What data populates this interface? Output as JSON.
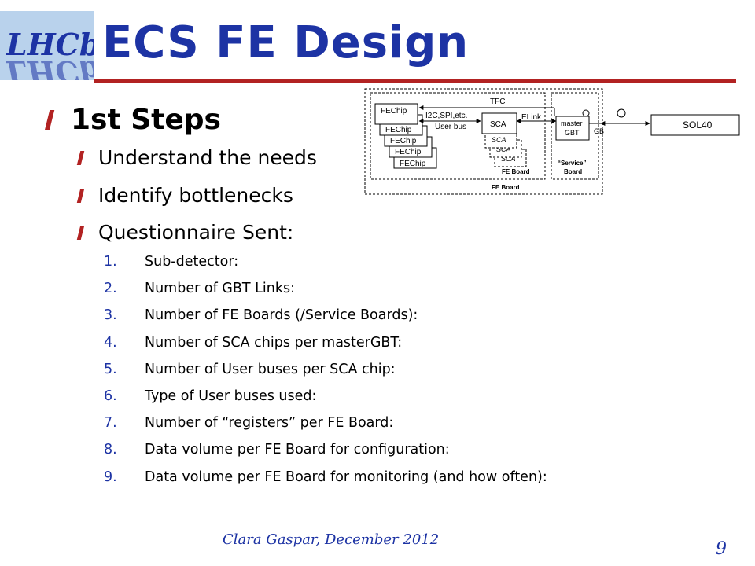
{
  "slide": {
    "logo_text": "LHCb",
    "title": "ECS FE Design",
    "heading": "1st Steps",
    "sub_bullets": [
      "Understand the needs",
      "Identify bottlenecks",
      "Questionnaire Sent:"
    ],
    "questions": [
      {
        "num": "1.",
        "text": "Sub-detector:"
      },
      {
        "num": "2.",
        "text": "Number of GBT Links:"
      },
      {
        "num": "3.",
        "text": "Number of FE Boards (/Service Boards):"
      },
      {
        "num": "4.",
        "text": "Number of SCA chips per masterGBT:"
      },
      {
        "num": "5.",
        "text": "Number of User buses per SCA chip:"
      },
      {
        "num": "6.",
        "text": "Type of User buses used:"
      },
      {
        "num": "7.",
        "text": "Number of “registers” per FE Board:"
      },
      {
        "num": "8.",
        "text": "Data volume per FE Board for configuration:"
      },
      {
        "num": "9.",
        "text": "Data volume per FE Board for monitoring (and how often):"
      }
    ],
    "footer": "Clara Gaspar, December 2012",
    "page_number": "9",
    "colors": {
      "title": "#1d33a4",
      "accent": "#b22222",
      "logo_bg": "#b9d2ec"
    }
  },
  "diagram": {
    "fechip": "FEChip",
    "tfc": "TFC",
    "bus_protocols": "I2C,SPI,etc.",
    "user_bus": "User bus",
    "sca": "SCA",
    "elink": "ELink",
    "master_gbt_1": "master",
    "master_gbt_2": "GBT",
    "gbt_link": "GBT Link",
    "sol40": "SOL40",
    "fe_board_inner": "FE Board",
    "service_board_1": "“Service”",
    "service_board_2": "Board",
    "fe_board_outer": "FE Board"
  }
}
